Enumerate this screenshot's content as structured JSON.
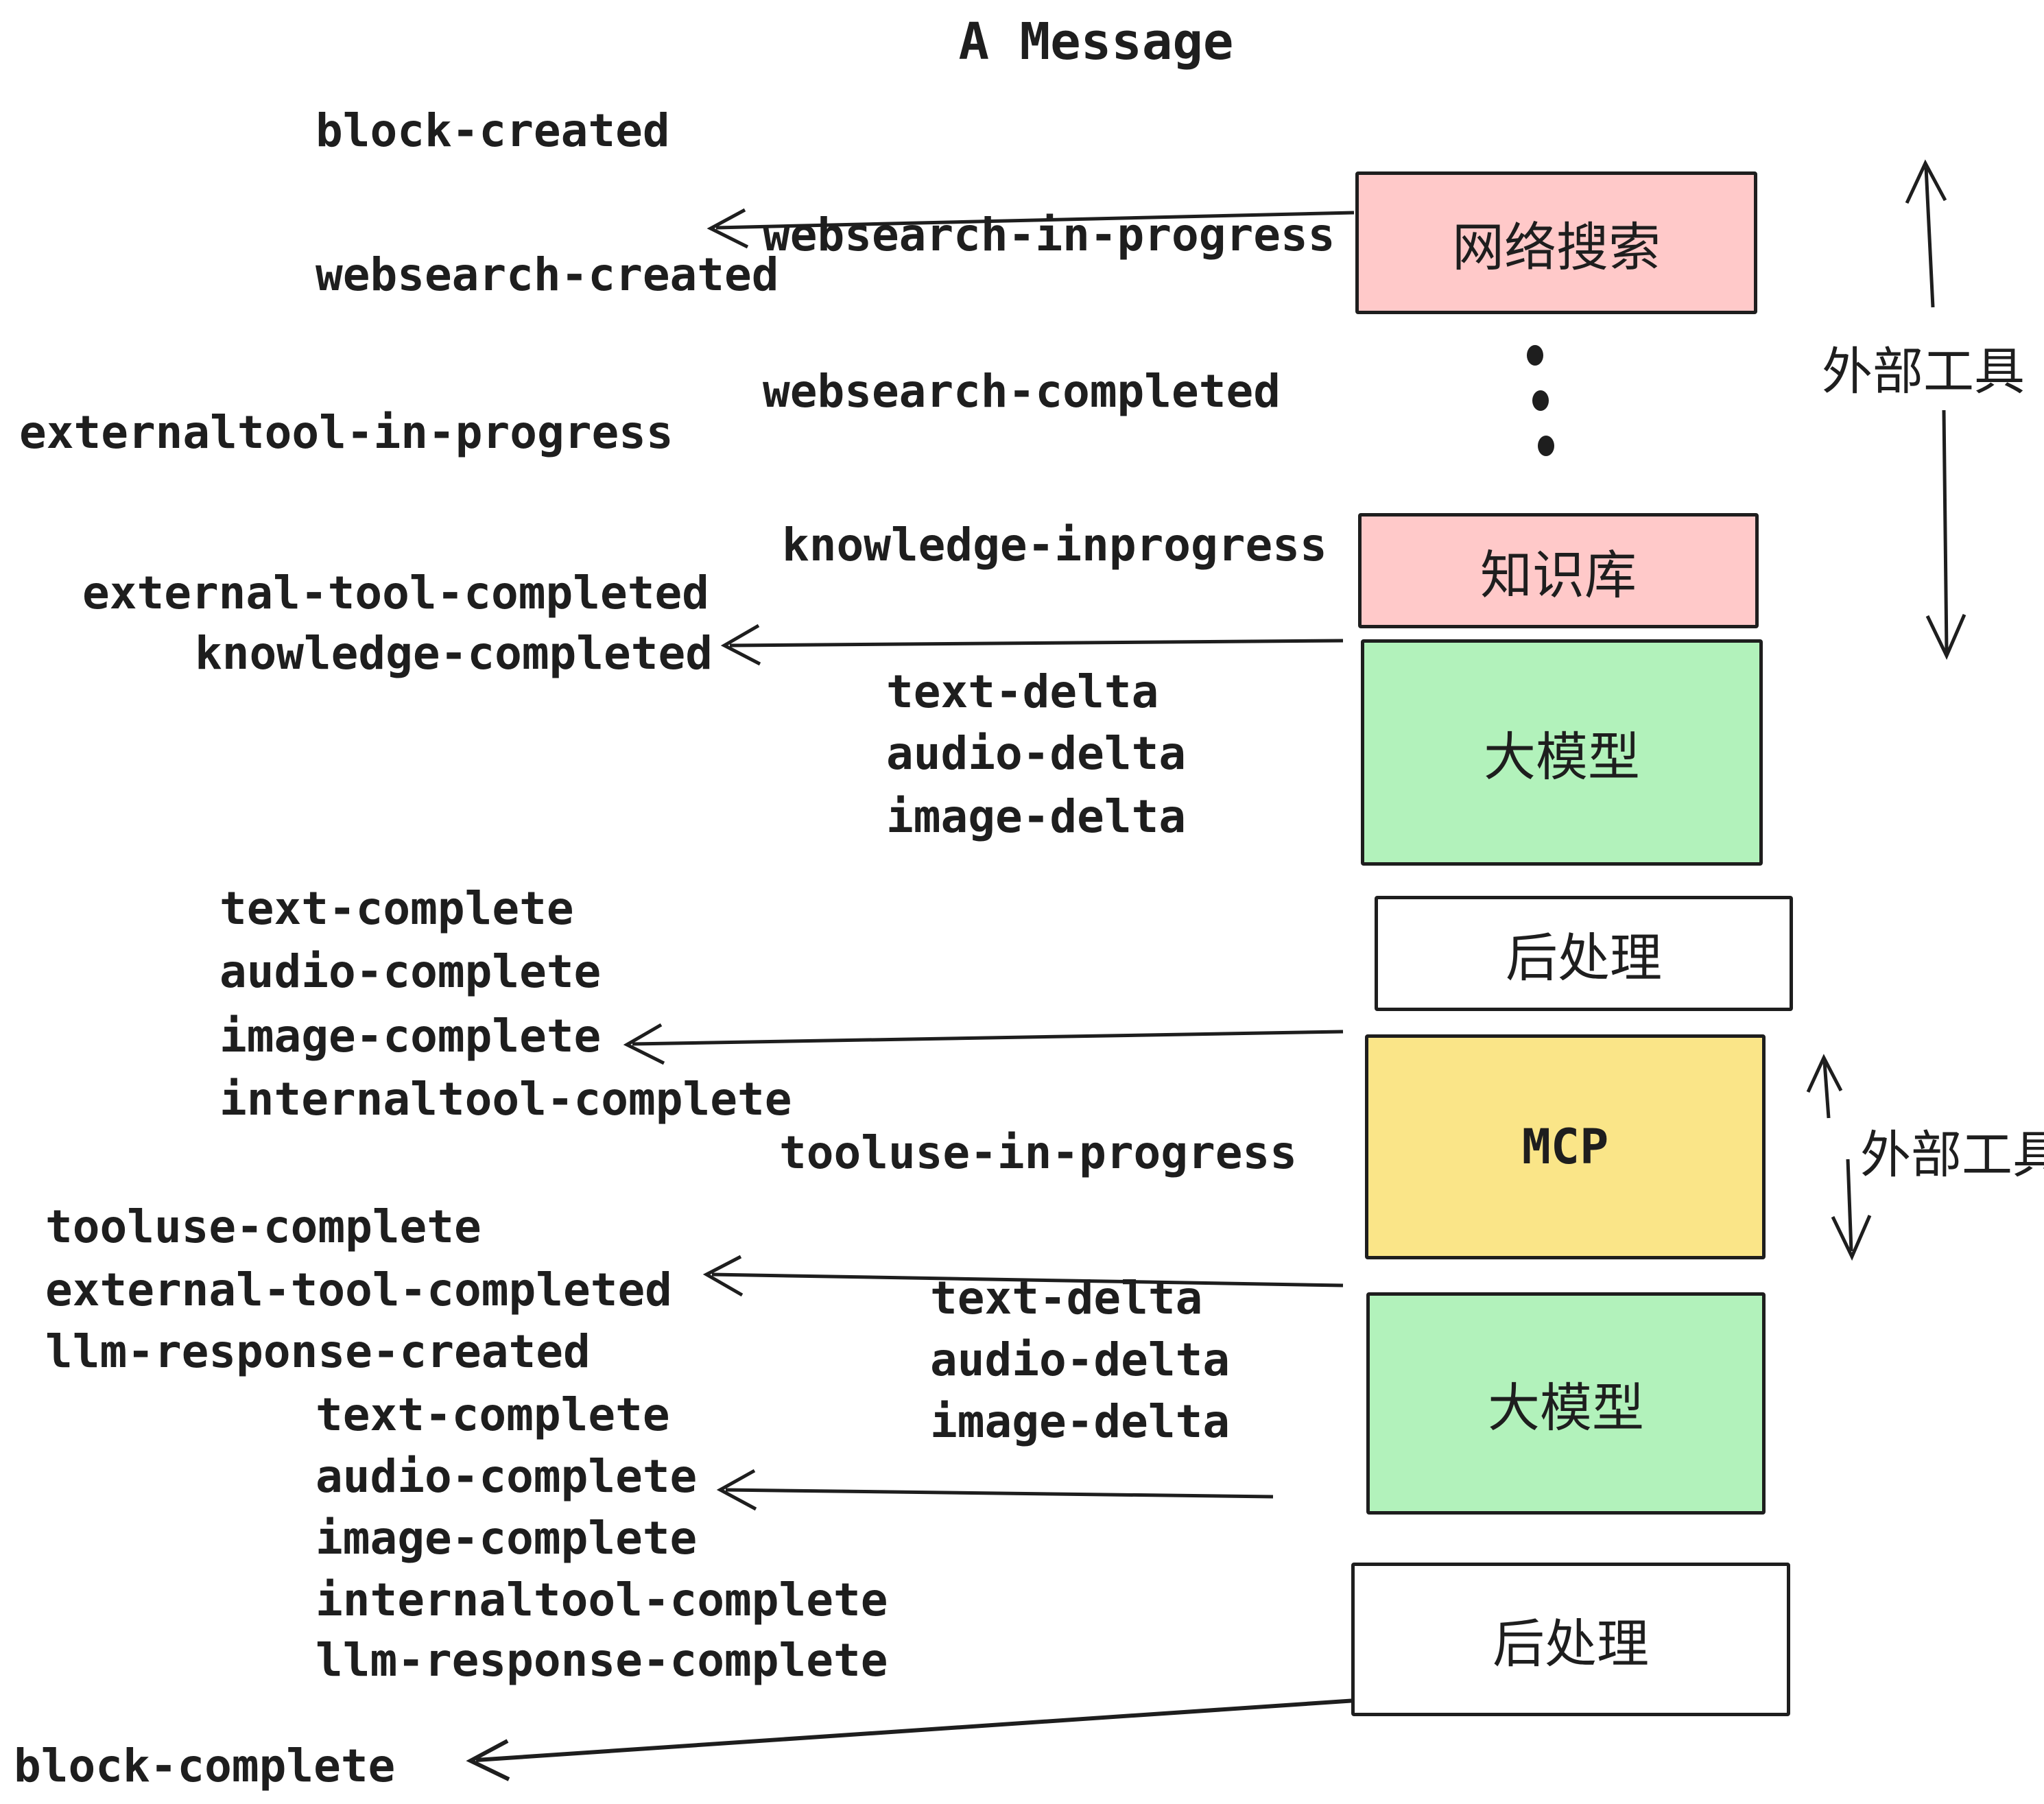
{
  "title": "A Message",
  "colors": {
    "box_pink": "#ffc9c9",
    "box_green": "#b2f2bb",
    "box_yellow": "#fae588",
    "box_white": "#ffffff",
    "ink": "#1e1e1e"
  },
  "boxes": {
    "websearch": {
      "label": "网络搜索",
      "fill": "#ffc9c9"
    },
    "knowledge": {
      "label": "知识库",
      "fill": "#ffc9c9"
    },
    "llm_top": {
      "label": "大模型",
      "fill": "#b2f2bb"
    },
    "post_top": {
      "label": "后处理",
      "fill": "#ffffff"
    },
    "mcp": {
      "label": "MCP",
      "fill": "#fae588"
    },
    "llm_bottom": {
      "label": "大模型",
      "fill": "#b2f2bb"
    },
    "post_bottom": {
      "label": "后处理",
      "fill": "#ffffff"
    }
  },
  "side_labels": {
    "external_tools_top": "外部工具",
    "external_tools_mcp": "外部工具"
  },
  "events": {
    "block_created": "block-created",
    "websearch_created": "websearch-created",
    "websearch_in_progress": "websearch-in-progress",
    "websearch_completed": "websearch-completed",
    "externaltool_in_progress": "externaltool-in-progress",
    "knowledge_inprogress": "knowledge-inprogress",
    "external_tool_completed": "external-tool-completed",
    "knowledge_completed": "knowledge-completed",
    "text_delta": "text-delta",
    "audio_delta": "audio-delta",
    "image_delta": "image-delta",
    "text_complete": "text-complete",
    "audio_complete": "audio-complete",
    "image_complete": "image-complete",
    "internaltool_complete": "internaltool-complete",
    "tooluse_in_progress": "tooluse-in-progress",
    "tooluse_complete": "tooluse-complete",
    "llm_response_created": "llm-response-created",
    "llm_response_complete": "llm-response-complete",
    "block_complete": "block-complete"
  }
}
